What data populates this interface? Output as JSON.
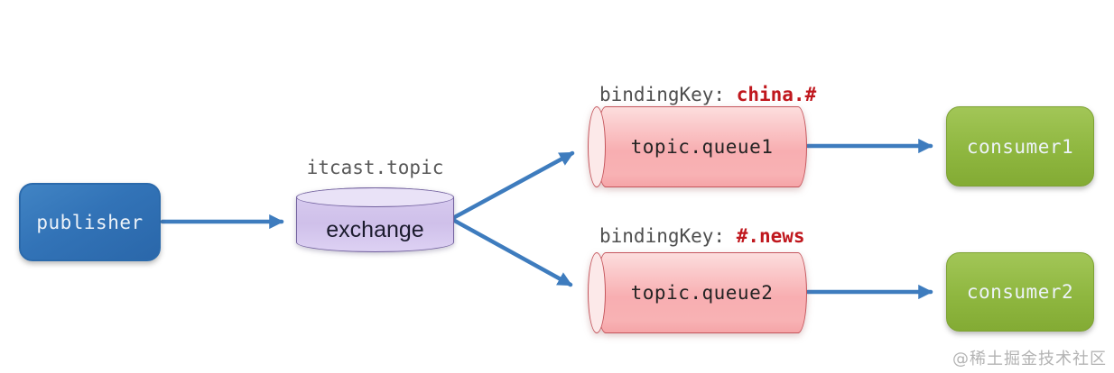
{
  "diagram": {
    "publisher": {
      "label": "publisher"
    },
    "exchange": {
      "title": "itcast.topic",
      "label": "exchange"
    },
    "queues": [
      {
        "binding_prefix": "bindingKey: ",
        "binding_key": "china.#",
        "label": "topic.queue1"
      },
      {
        "binding_prefix": "bindingKey: ",
        "binding_key": "#.news",
        "label": "topic.queue2"
      }
    ],
    "consumers": [
      {
        "label": "consumer1"
      },
      {
        "label": "consumer2"
      }
    ],
    "watermark": "@稀土掘金技术社区",
    "colors": {
      "arrow_blue": "#3e7cbe",
      "publisher_blue": "#3273b7",
      "publisher_text": "#edf3f9",
      "exchange_fill": "#d5c7ed",
      "exchange_border": "#72619e",
      "queue_fill": "#f8aeb1",
      "queue_border": "#c5555c",
      "consumer_green": "#8fb740",
      "binding_key_red": "#c0181e",
      "label_gray": "#595959",
      "watermark_gray": "#b3b3b3"
    }
  }
}
